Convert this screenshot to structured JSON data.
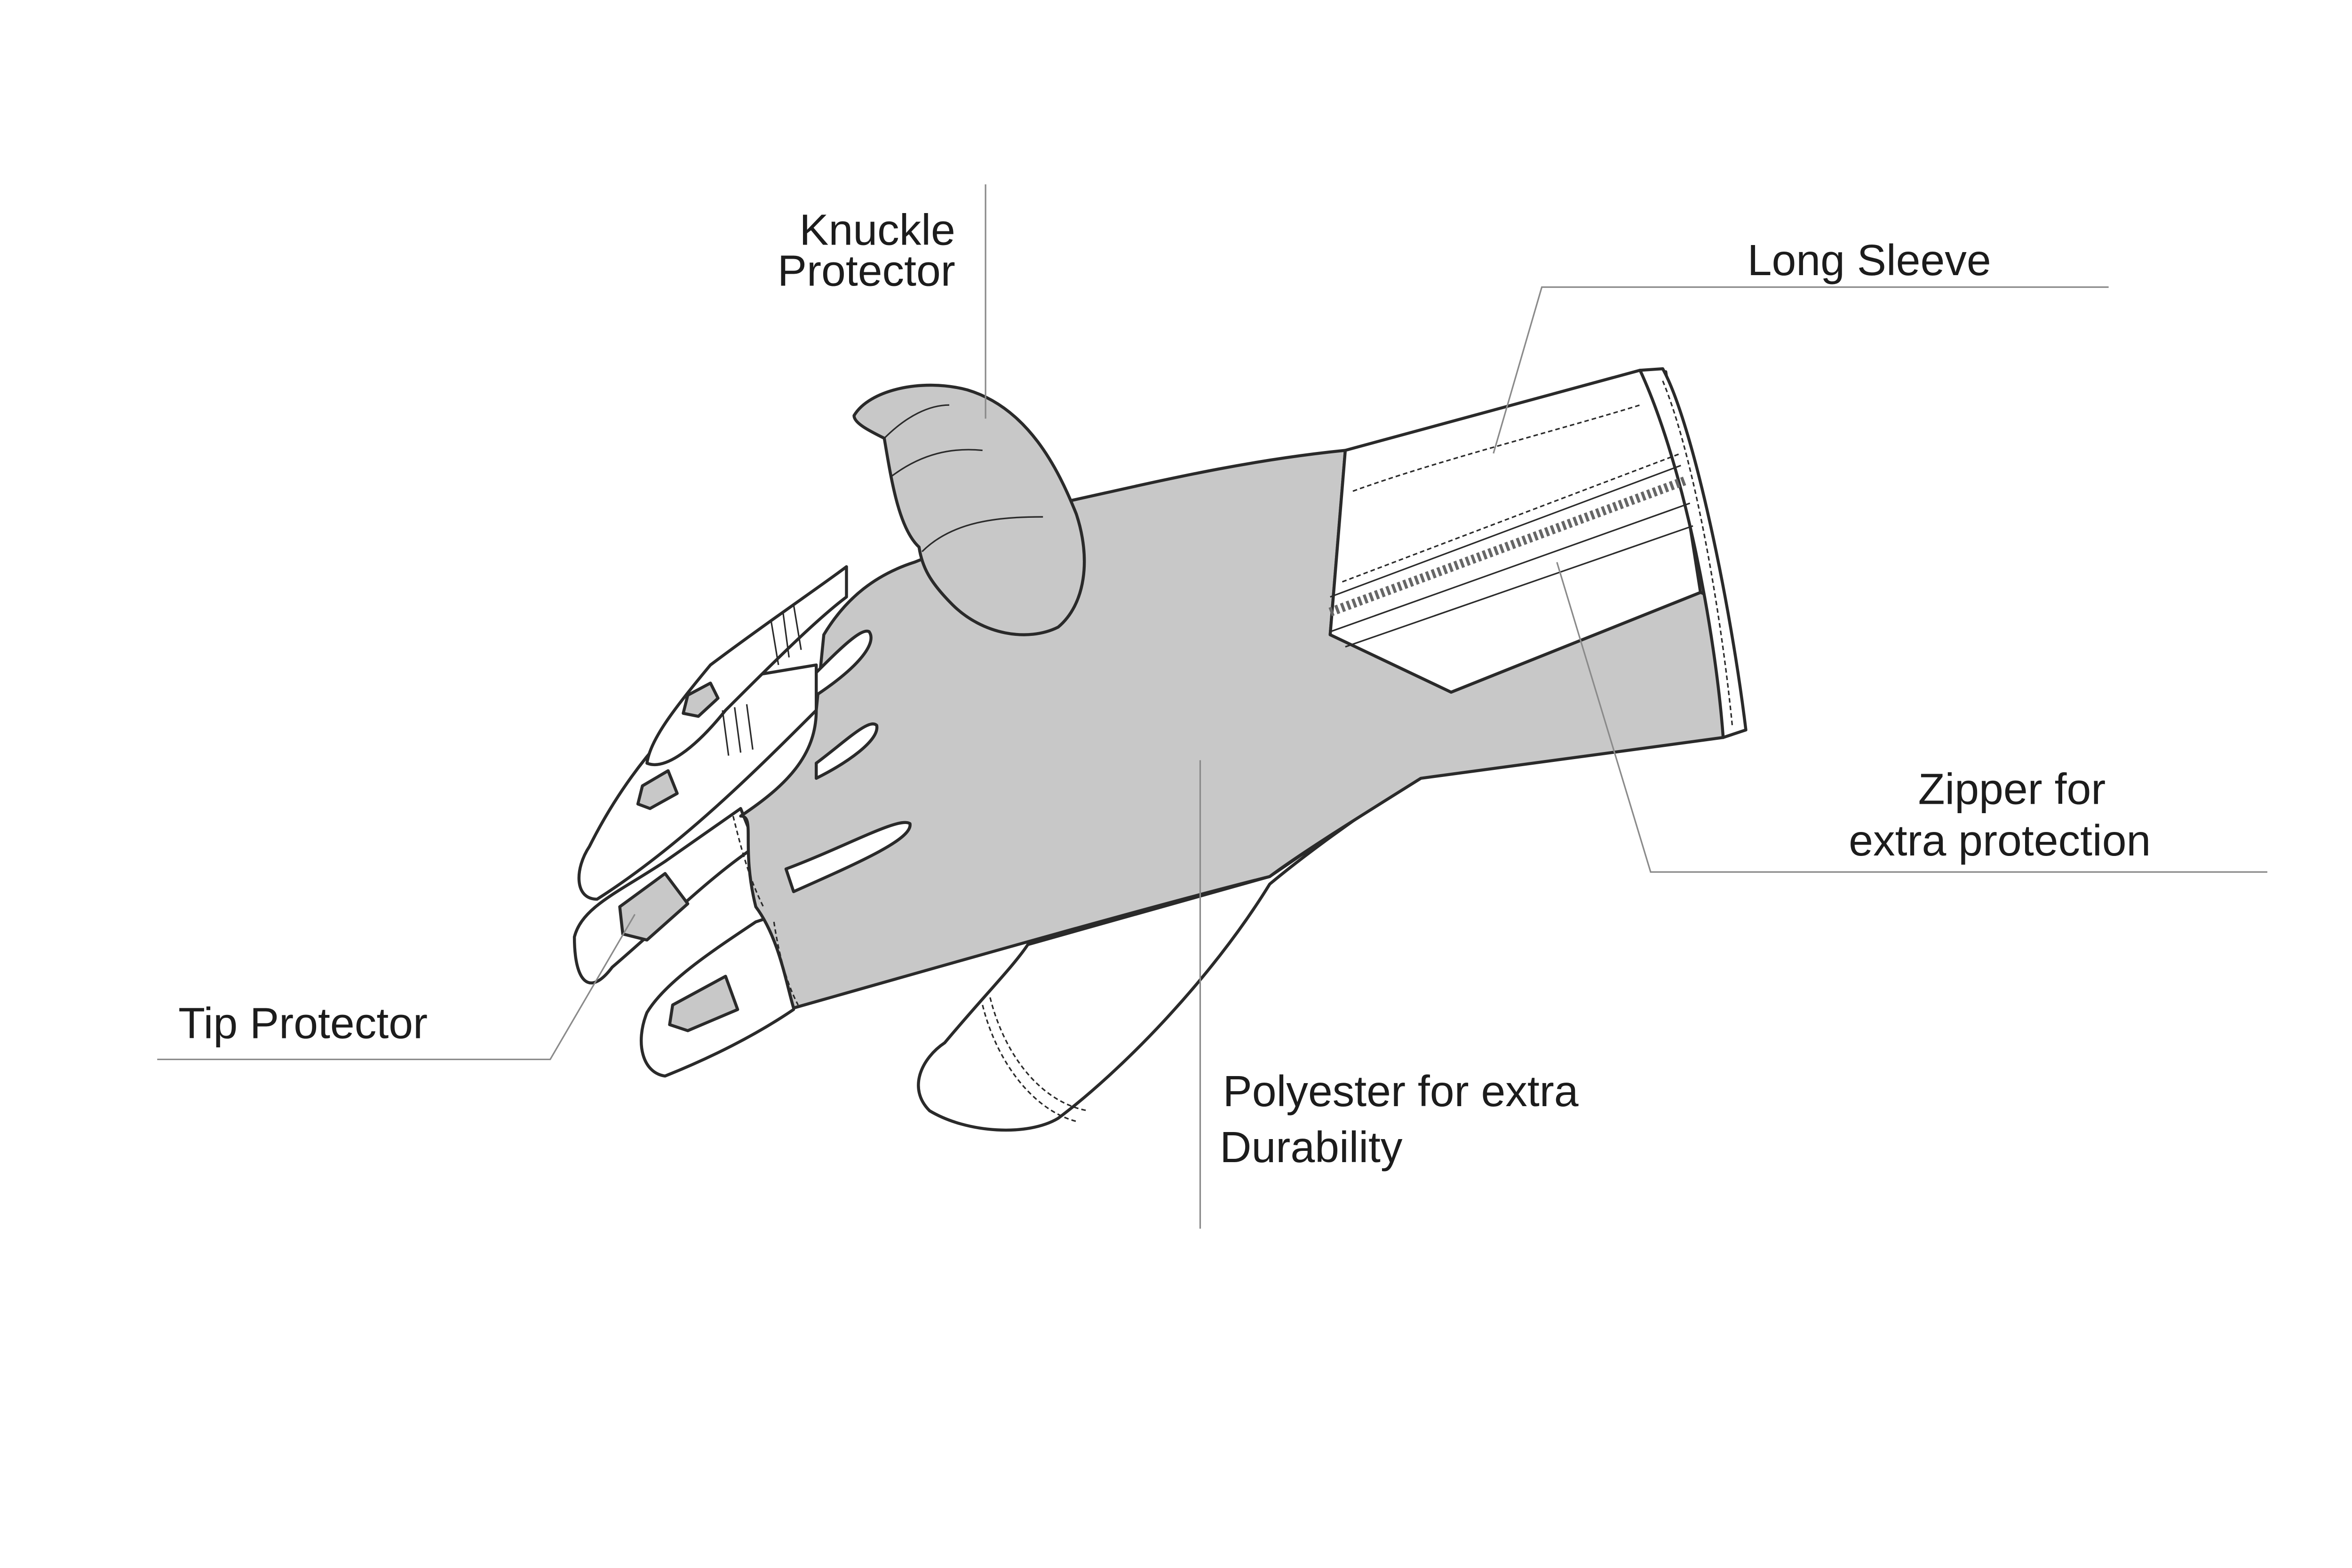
{
  "labels": {
    "knuckle": {
      "line1": "Knuckle",
      "line2": "Protector"
    },
    "sleeve": {
      "line1": "Long Sleeve"
    },
    "zipper": {
      "line1": "Zipper for",
      "line2": "extra protection"
    },
    "tip": {
      "line1": "Tip Protector"
    },
    "polyester": {
      "line1": "Polyester for extra",
      "line2": "Durability"
    }
  },
  "colors": {
    "panel": "#c8c8c8",
    "outline": "#2a2a2a",
    "leader": "#8a8a8a",
    "white": "#ffffff"
  }
}
